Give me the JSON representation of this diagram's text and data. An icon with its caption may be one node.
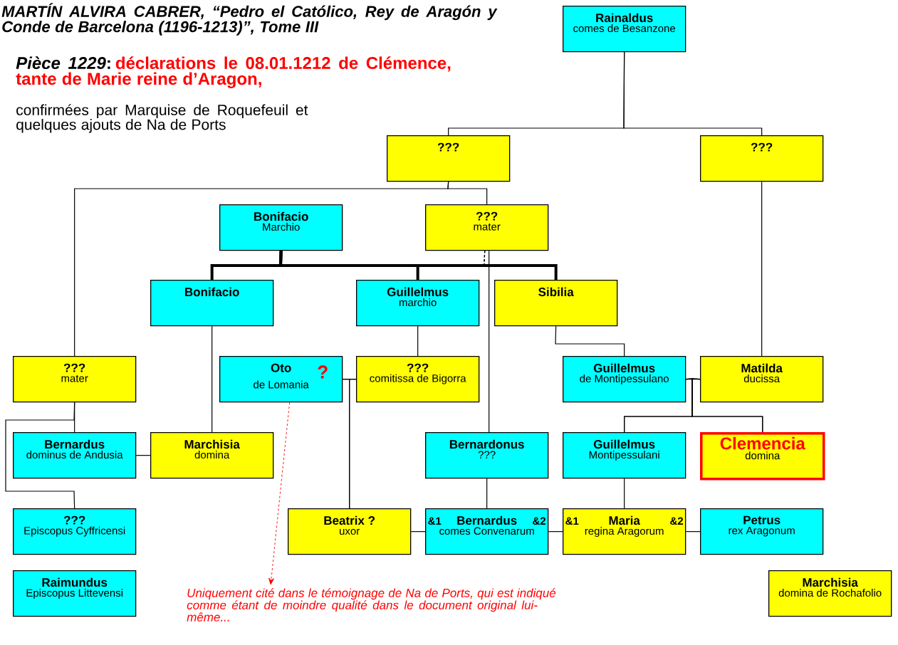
{
  "diagram": {
    "title": "MARTÍN ALVIRA CABRER, “Pedro el Católico, Rey de Aragón y Conde de Barcelona (1196-1213)”, Tome III",
    "nodes": [
      {
        "text": [
          "Rainaldus",
          "comes de Besanzone"
        ]
      },
      {
        "text": [
          "???"
        ]
      },
      {
        "text": [
          "???"
        ]
      },
      {
        "text": [
          "Bonifacio",
          "Marchio"
        ]
      },
      {
        "text": [
          "???",
          "mater"
        ]
      },
      {
        "text": [
          "Bonifacio"
        ]
      },
      {
        "text": [
          "Guillelmus",
          "marchio"
        ]
      },
      {
        "text": [
          "Sibilia"
        ]
      },
      {
        "text": [
          "???",
          "mater"
        ]
      },
      {
        "text": [
          "Oto",
          "de Lomania",
          "?"
        ]
      },
      {
        "text": [
          "???",
          "comitissa de Bigorra"
        ]
      },
      {
        "text": [
          "Guillelmus",
          "de Montipessulano"
        ]
      },
      {
        "text": [
          "Matilda",
          "ducissa"
        ]
      },
      {
        "text": [
          "Bernardus",
          "dominus de Andusia"
        ]
      },
      {
        "text": [
          "Marchisia",
          "domina"
        ]
      },
      {
        "text": [
          "Bernardonus",
          "???"
        ]
      },
      {
        "text": [
          "Guillelmus",
          "Montipessulani"
        ]
      },
      {
        "text": [
          "Clemencia",
          "domina"
        ]
      },
      {
        "text": [
          "???",
          "Episcopus Cyffricensi"
        ]
      },
      {
        "text": [
          "Beatrix ?",
          "uxor"
        ]
      },
      {
        "text": [
          "&1",
          "Bernardus",
          "&2",
          "comes Convenarum"
        ]
      },
      {
        "text": [
          "&1",
          "Maria",
          "&2",
          "regina Aragorum"
        ]
      },
      {
        "text": [
          "Petrus",
          "rex Aragonum"
        ]
      },
      {
        "text": [
          "Raimundus",
          "Episcopus Littevensi"
        ]
      },
      {
        "text": [
          "Marchisia",
          "domina de Rochafolio"
        ]
      },
      {
        "text": [
          "Uniquement cité dans le témoignage de Na de Ports, qui est indiqué comme étant de moindre qualité dans le document original lui-même..."
        ]
      }
    ],
    "edges": [
      {
        "from": 0,
        "to": 1,
        "arrow": "none"
      },
      {
        "from": 0,
        "to": 2,
        "arrow": "none"
      },
      {
        "from": 1,
        "to": 8,
        "arrow": "none"
      },
      {
        "from": 1,
        "to": 4,
        "arrow": "none"
      },
      {
        "from": 2,
        "to": 12,
        "arrow": "none"
      },
      {
        "from": 3,
        "to": 5,
        "arrow": "none",
        "style": "thick"
      },
      {
        "from": 3,
        "to": 6,
        "arrow": "none",
        "style": "thick"
      },
      {
        "from": 3,
        "to": 7,
        "arrow": "none",
        "style": "thick"
      },
      {
        "from": 4,
        "to": 5,
        "arrow": "none",
        "style": "dashed"
      },
      {
        "from": 4,
        "to": 6,
        "arrow": "none",
        "style": "dashed"
      },
      {
        "from": 4,
        "to": 7,
        "arrow": "none",
        "style": "dashed"
      },
      {
        "from": 4,
        "to": 15,
        "arrow": "none"
      },
      {
        "from": 5,
        "to": 14,
        "arrow": "none"
      },
      {
        "from": 6,
        "to": 10,
        "arrow": "none"
      },
      {
        "from": 7,
        "to": 11,
        "arrow": "none"
      },
      {
        "from": 8,
        "to": 13,
        "arrow": "none"
      },
      {
        "from": 8,
        "to": 18,
        "arrow": "none"
      },
      {
        "from": 13,
        "to": 14,
        "arrow": "none"
      },
      {
        "from": 9,
        "to": 10,
        "arrow": "none"
      },
      {
        "from": 9,
        "to": 19,
        "arrow": "none"
      },
      {
        "from": 10,
        "to": 19,
        "arrow": "none"
      },
      {
        "from": 15,
        "to": 20,
        "arrow": "none"
      },
      {
        "from": 19,
        "to": 20,
        "arrow": "none"
      },
      {
        "from": 20,
        "to": 21,
        "arrow": "none"
      },
      {
        "from": 21,
        "to": 22,
        "arrow": "none"
      },
      {
        "from": 11,
        "to": 12,
        "arrow": "none"
      },
      {
        "from": 11,
        "to": 16,
        "arrow": "none"
      },
      {
        "from": 11,
        "to": 17,
        "arrow": "none"
      },
      {
        "from": 12,
        "to": 16,
        "arrow": "none"
      },
      {
        "from": 12,
        "to": 17,
        "arrow": "none"
      },
      {
        "from": 16,
        "to": 21,
        "arrow": "none"
      },
      {
        "from": 9,
        "to": 25,
        "arrow": "to",
        "style": "dashed",
        "color": "#ff0000"
      }
    ],
    "labels": [
      "*Pièce 1229*:",
      "déclarations le 08.01.1212 de Clémence, tante de Marie reine d’Aragon,",
      "confirmées par Marquise de Roquefeuil et quelques ajouts de Na de Ports"
    ]
  }
}
